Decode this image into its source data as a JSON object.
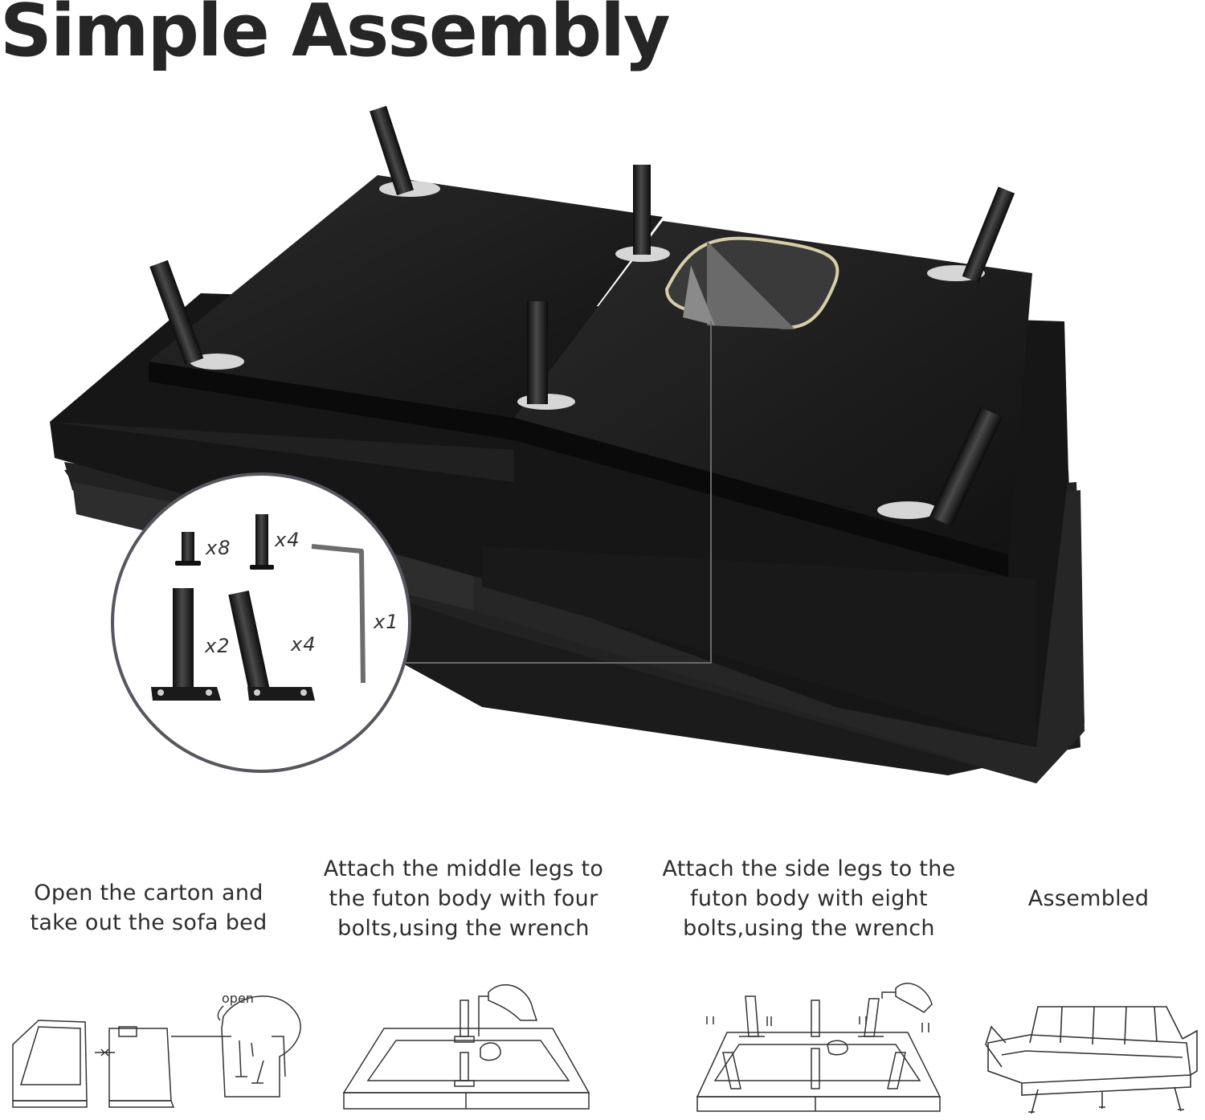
{
  "title": "Simple Assembly",
  "parts": {
    "short_leg_qty": "x8",
    "straight_leg_qty": "x4",
    "wrench_qty": "x1",
    "long_leg_qty": "x2",
    "angled_leg_qty": "x4"
  },
  "steps": [
    {
      "caption": "Open the carton and take out the sofa bed",
      "illustration_label": "open"
    },
    {
      "caption": "Attach the middle legs to the futon body with four bolts,using the wrench"
    },
    {
      "caption": "Attach the side legs to the futon body with eight bolts,using the wrench"
    },
    {
      "caption": "Assembled"
    }
  ],
  "colors": {
    "text": "#262626",
    "mattress": "#141414",
    "callout": "#6a6a6a"
  }
}
